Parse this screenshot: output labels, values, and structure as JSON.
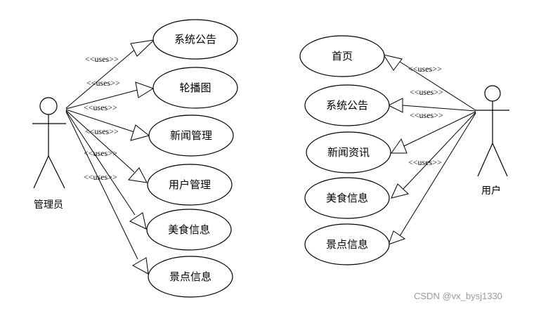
{
  "admin": {
    "label": "管理员",
    "use_cases": [
      "系统公告",
      "轮播图",
      "新闻管理",
      "用户管理",
      "美食信息",
      "景点信息"
    ]
  },
  "user": {
    "label": "用户",
    "use_cases": [
      "首页",
      "系统公告",
      "新闻资讯",
      "美食信息",
      "景点信息"
    ]
  },
  "stereotype": "<<uses>>",
  "watermark": "CSDN @vx_bysj1330"
}
